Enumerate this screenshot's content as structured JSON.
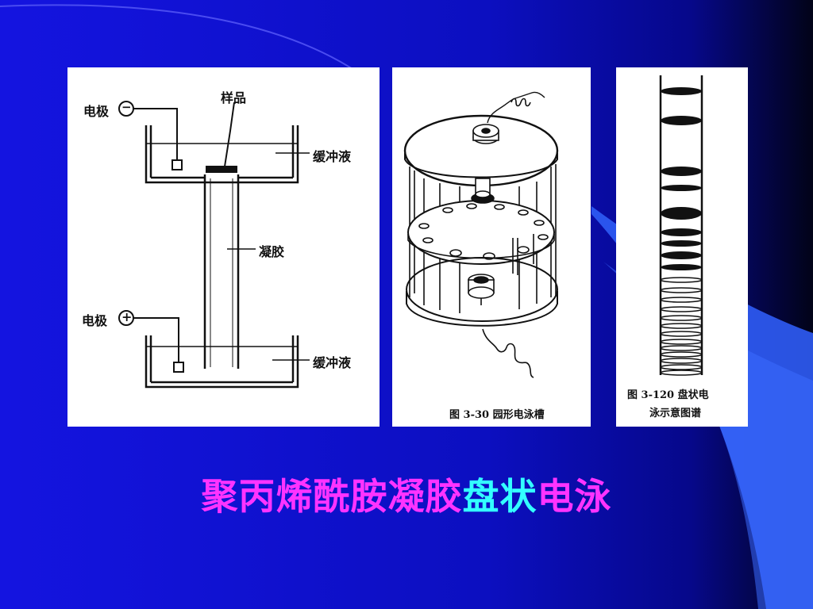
{
  "slide": {
    "title_part1": "聚丙烯酰胺凝胶",
    "title_part2": "盘状",
    "title_part3": "电泳",
    "colors": {
      "background": "#0f10d8",
      "title_magenta": "#ff33ff",
      "title_cyan": "#33ffff",
      "panel": "#ffffff"
    }
  },
  "left_diagram": {
    "sample_label": "样品",
    "electrode_top_label": "电极",
    "electrode_top_sign": "−",
    "buffer_top_label": "缓冲液",
    "gel_label": "凝胶",
    "electrode_bottom_label": "电极",
    "electrode_bottom_sign": "+",
    "buffer_bottom_label": "缓冲液"
  },
  "middle_diagram": {
    "caption": "图 3-30   园形电泳槽"
  },
  "right_diagram": {
    "caption_line1": "图 3-120   盘状电",
    "caption_line2": "泳示意图谱"
  }
}
